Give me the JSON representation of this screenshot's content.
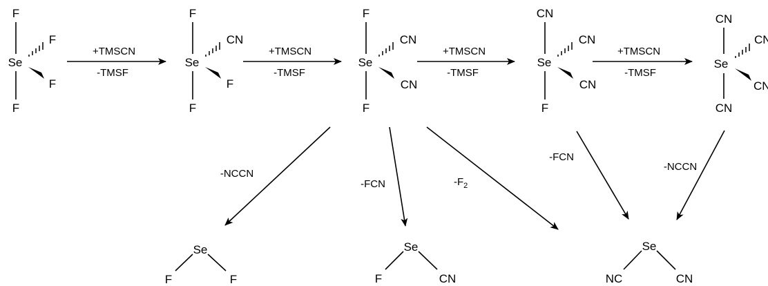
{
  "atoms": {
    "se": "Se",
    "f": "F",
    "cn": "CN",
    "nc": "NC"
  },
  "steps": [
    {
      "reagent": "+TMSCN",
      "byproduct": "-TMSF"
    },
    {
      "reagent": "+TMSCN",
      "byproduct": "-TMSF"
    },
    {
      "reagent": "+TMSCN",
      "byproduct": "-TMSF"
    },
    {
      "reagent": "+TMSCN",
      "byproduct": "-TMSF"
    }
  ],
  "eliminations": {
    "to_sef2": "-NCCN",
    "to_sefcn": "-FCN",
    "to_secn2_from_f2cn2": {
      "main": "-F",
      "subscript": "2"
    },
    "to_secn2_from_fcn3": "-FCN",
    "to_secn2_from_se_cn4": "-NCCN"
  }
}
